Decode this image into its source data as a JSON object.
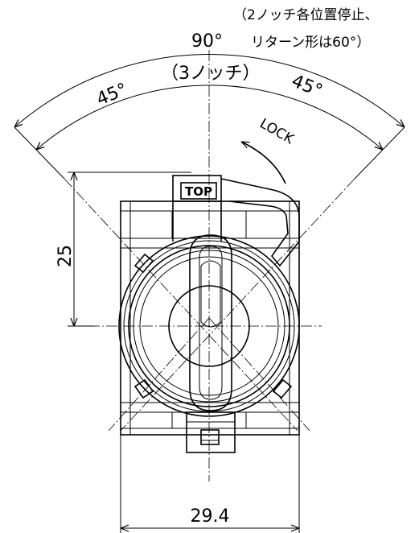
{
  "note": {
    "line1": "（2ノッチ各位置停止、",
    "line2": "リターン形は60°）"
  },
  "angles": {
    "total": "90°",
    "notches": "（3ノッチ）",
    "left": "45°",
    "right": "45°"
  },
  "lock_label": "LOCK",
  "top_marker": "TOP",
  "dimensions": {
    "height": "25",
    "width": "29.4"
  }
}
